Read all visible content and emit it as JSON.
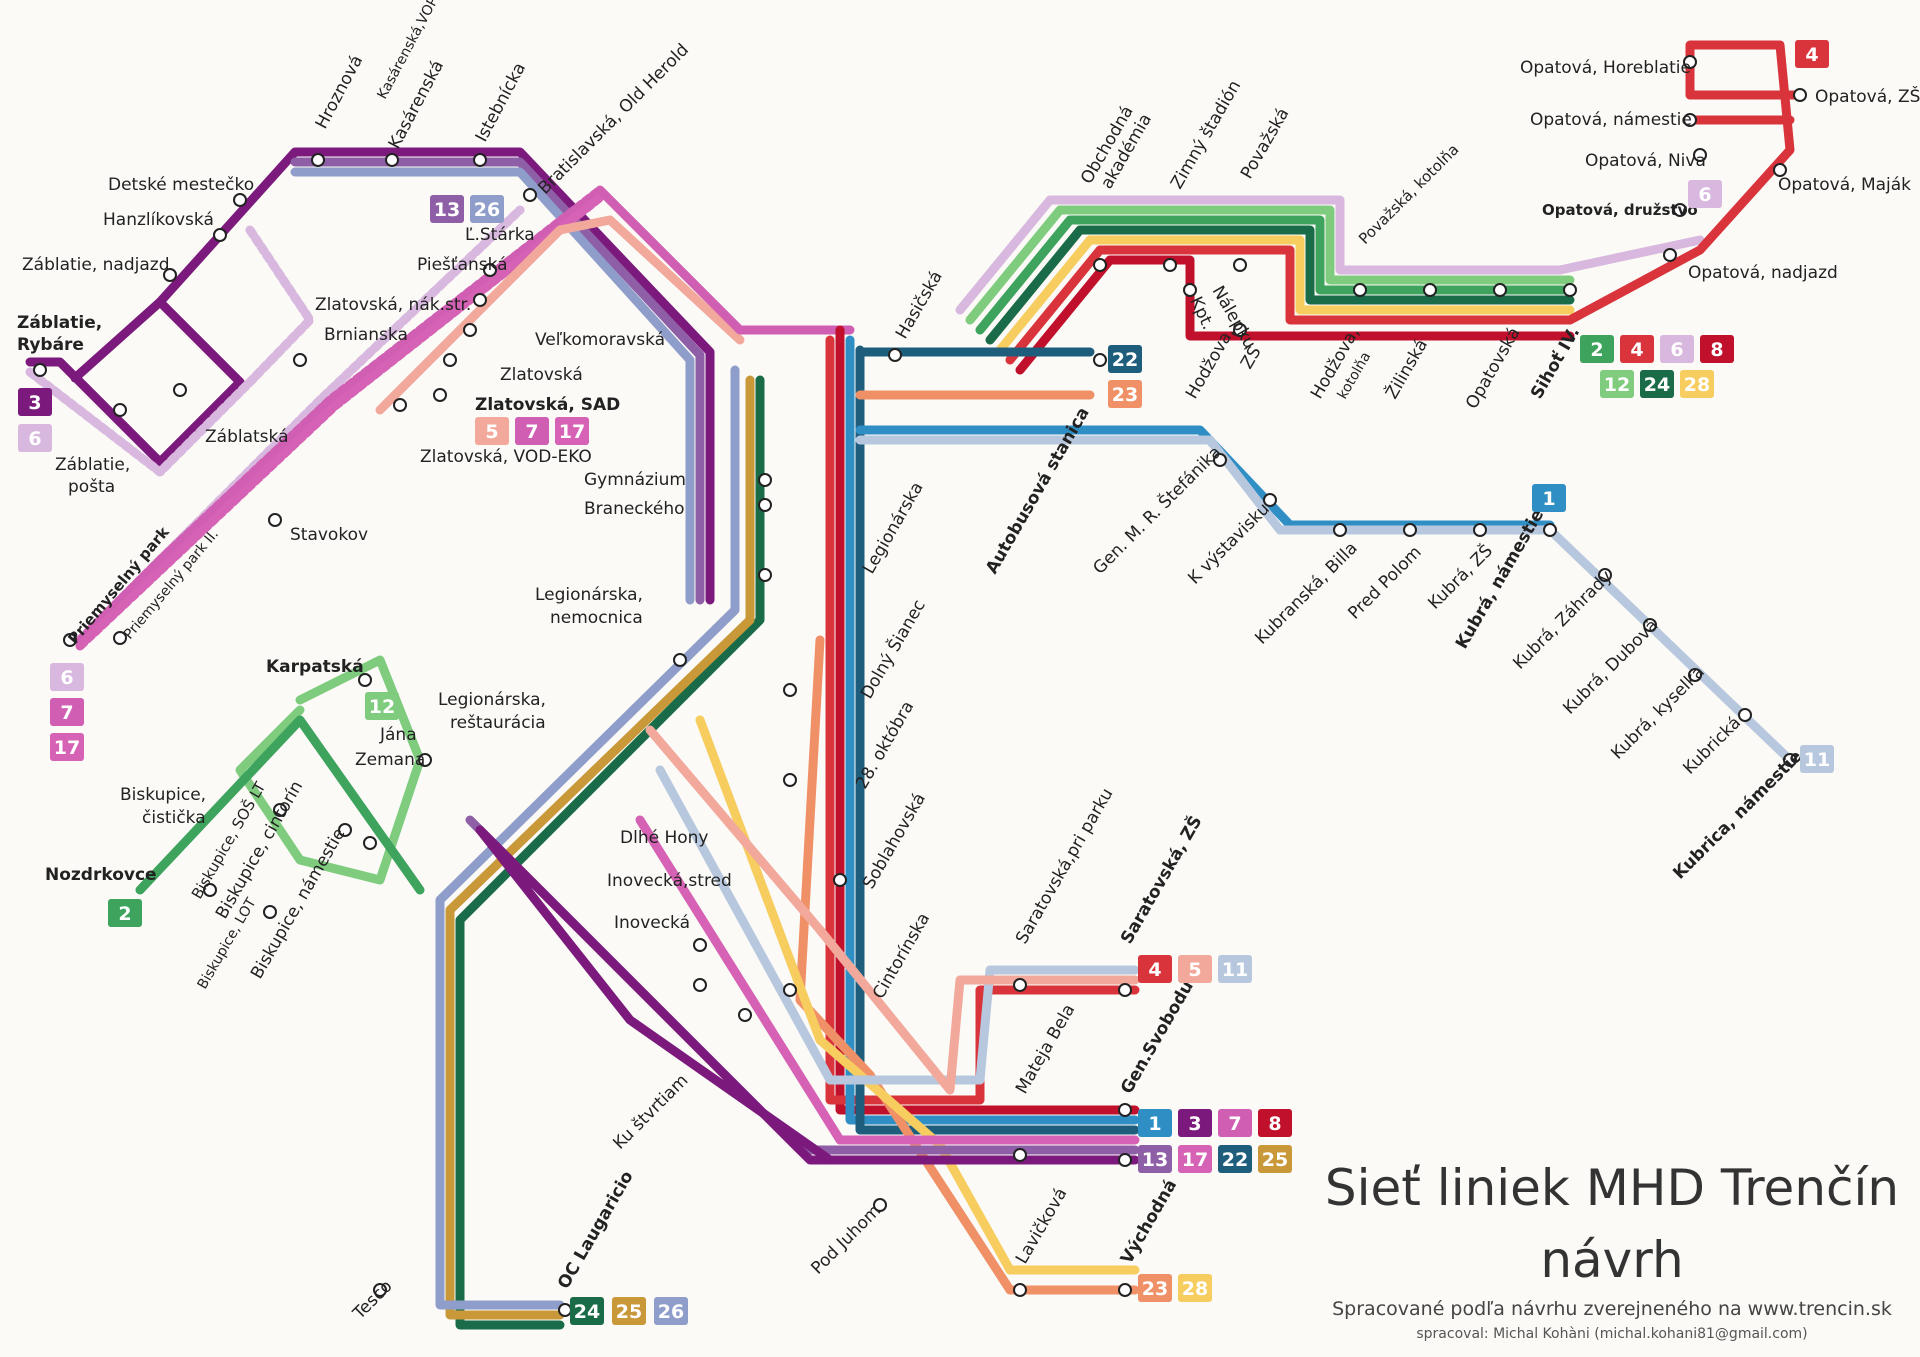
{
  "title": {
    "line1": "Sieť liniek MHD Trenčín",
    "line2": "návrh",
    "source": "Spracované podľa návrhu zverejneného na  www.trencin.sk",
    "author": "spracoval: Michal Kohàni (michal.kohani81@gmail.com)"
  },
  "line_colors": {
    "1": "#2f8fc5",
    "2": "#3da35d",
    "3": "#7b1a7c",
    "4": "#d9343b",
    "5": "#f2a99b",
    "6": "#d8b8de",
    "7": "#d05fb4",
    "8": "#c0102b",
    "11": "#b7c8de",
    "12": "#7fcc7e",
    "13": "#8e5fa6",
    "17": "#d562b4",
    "22": "#1e5d7c",
    "23": "#ef9066",
    "24": "#1a6b47",
    "25": "#c99839",
    "26": "#8e9dc9",
    "28": "#f6cd5e"
  },
  "stops": {
    "hroznova": "Hroznová",
    "kasarenska_vop": "Kasárenská,VOP",
    "kasarenska": "Kasárenská",
    "istebnicka": "Istebnícka",
    "bratislavska": "Bratislavská, Old Herold",
    "detske_mestecko": "Detské mestečko",
    "hanzlikovska": "Hanzlíkovská",
    "zablatie_nadjazd": "Záblatie, nadjazd",
    "zablatie_rybare_1": "Záblatie,",
    "zablatie_rybare_2": "Rybáre",
    "zablatie_posta_1": "Záblatie,",
    "zablatie_posta_2": "pošta",
    "zablatska": "Záblatská",
    "l_starka": "Ľ.Stárka",
    "piestanska": "Piešťanská",
    "zlatovska_nak": "Zlatovská, nák.str.",
    "brnianska": "Brnianska",
    "velkomoravska": "Veľkomoravská",
    "zlatovska": "Zlatovská",
    "zlatovska_sad": "Zlatovská, SAD",
    "zlatovska_vod": "Zlatovská, VOD-EKO",
    "stavokov": "Stavokov",
    "priemyselny_park": "Priemyselný park",
    "priemyselny_park2": "Priemyselný park II.",
    "karpatska": "Karpatská",
    "jana_zemana_1": "Jána",
    "jana_zemana_2": "Zemana",
    "biskupice_cisticka_1": "Biskupice,",
    "biskupice_cisticka_2": "čistička",
    "nozdrkovce": "Nozdrkovce",
    "biskupice_sos": "Biskupice, SOŠ LT",
    "biskupice_cintorin": "Biskupice, cintorín",
    "biskupice_lot": "Biskupice, LOT",
    "biskupice_namestie": "Biskupice, námestie",
    "gymnazium": "Gymnázium",
    "braneckeho": "Braneckého",
    "legionarska": "Legionárska",
    "legionarska_nem_1": "Legionárska,",
    "legionarska_nem_2": "nemocnica",
    "legionarska_rest_1": "Legionárska,",
    "legionarska_rest_2": "reštaurácia",
    "dolny_sianec": "Dolný Šianec",
    "28_oktobra": "28. októbra",
    "soblahovska": "Soblahovská",
    "dlhe_hony": "Dlhé Hony",
    "inovecka_stred": "Inovecká,stred",
    "inovecka": "Inovecká",
    "cintorinska": "Cintorínska",
    "ku_stvrtiam": "Ku štvrtiam",
    "tesco": "Tesco",
    "oc_laugaricio": "OC Laugaricio",
    "pod_juhom": "Pod Juhom",
    "lavickova": "Lavičková",
    "vychodna": "Východná",
    "mateja_bela": "Mateja Bela",
    "gen_svobodu": "Gen.Svobodu",
    "saratovska_park": "Saratovská,pri parku",
    "saratovska_zs": "Saratovská, ZŠ",
    "hasicska": "Hasičská",
    "obchodna_1": "Obchodná",
    "obchodna_2": "akadémia",
    "zimny_stadion": "Zimný štadión",
    "povazska": "Považská",
    "povazska_kotolna": "Považská, kotolňa",
    "kpt_nalepku_1": "Kpt.",
    "kpt_nalepku_2": "Nálepku",
    "hodzova_zs_1": "Hodžova,",
    "hodzova_zs_2": "ZŠ",
    "hodzova_kotolna_1": "Hodžova,",
    "hodzova_kotolna_2": "kotolňa",
    "zilinska": "Žilinská",
    "opatovska": "Opatovská",
    "sihot_iv": "Sihoť IV.",
    "autobusova": "Autobusová stanica",
    "gen_stefanika": "Gen. M. R. Štefánika",
    "k_vystavisku": "K výstavisku",
    "kubranska_billa": "Kubranská, Billa",
    "pred_polom": "Pred Polom",
    "kubra_zs": "Kubrá, ZŠ",
    "kubra_namestie": "Kubrá, námestie",
    "kubra_zahrady": "Kubrá, Záhrady",
    "kubra_dubova": "Kubrá, Dubová",
    "kubra_kyselka": "Kubrá, kyselka",
    "kubricka": "Kubrická",
    "kubrica_namestie": "Kubrica, námestie",
    "opatova_horeblatie": "Opatová, Horeblatie",
    "opatova_zs": "Opatová, ZŠ",
    "opatova_namestie": "Opatová, námestie",
    "opatova_niva": "Opatová, Niva",
    "opatova_majak": "Opatová, Maják",
    "opatova_druzstvo": "Opatová, družstvo",
    "opatova_nadjazd": "Opatová, nadjazd"
  },
  "badge_groups": [
    {
      "id": "b_zablatie_rybare",
      "lines": [
        "3",
        "6"
      ]
    },
    {
      "id": "b_istebnicka",
      "lines": [
        "13",
        "26"
      ]
    },
    {
      "id": "b_zlatovska_sad",
      "lines": [
        "5",
        "7",
        "17"
      ]
    },
    {
      "id": "b_priemyselny_park",
      "lines": [
        "6",
        "7",
        "17"
      ]
    },
    {
      "id": "b_karpatska",
      "lines": [
        "12"
      ]
    },
    {
      "id": "b_nozdrkovce",
      "lines": [
        "2"
      ]
    },
    {
      "id": "b_autobusova",
      "lines": [
        "22",
        "23"
      ]
    },
    {
      "id": "b_sihot_1",
      "lines": [
        "2",
        "4",
        "6",
        "8"
      ]
    },
    {
      "id": "b_sihot_2",
      "lines": [
        "12",
        "24",
        "28"
      ]
    },
    {
      "id": "b_opatova_top",
      "lines": [
        "4"
      ]
    },
    {
      "id": "b_opatova_druzstvo",
      "lines": [
        "6"
      ]
    },
    {
      "id": "b_kubra",
      "lines": [
        "1"
      ]
    },
    {
      "id": "b_kubrica",
      "lines": [
        "11"
      ]
    },
    {
      "id": "b_saratovska",
      "lines": [
        "4",
        "5",
        "11"
      ]
    },
    {
      "id": "b_svobodu_1",
      "lines": [
        "1",
        "3",
        "7",
        "8"
      ]
    },
    {
      "id": "b_svobodu_2",
      "lines": [
        "13",
        "17",
        "22",
        "25"
      ]
    },
    {
      "id": "b_vychodna",
      "lines": [
        "23",
        "28"
      ]
    },
    {
      "id": "b_oc",
      "lines": [
        "24",
        "25",
        "26"
      ]
    }
  ]
}
